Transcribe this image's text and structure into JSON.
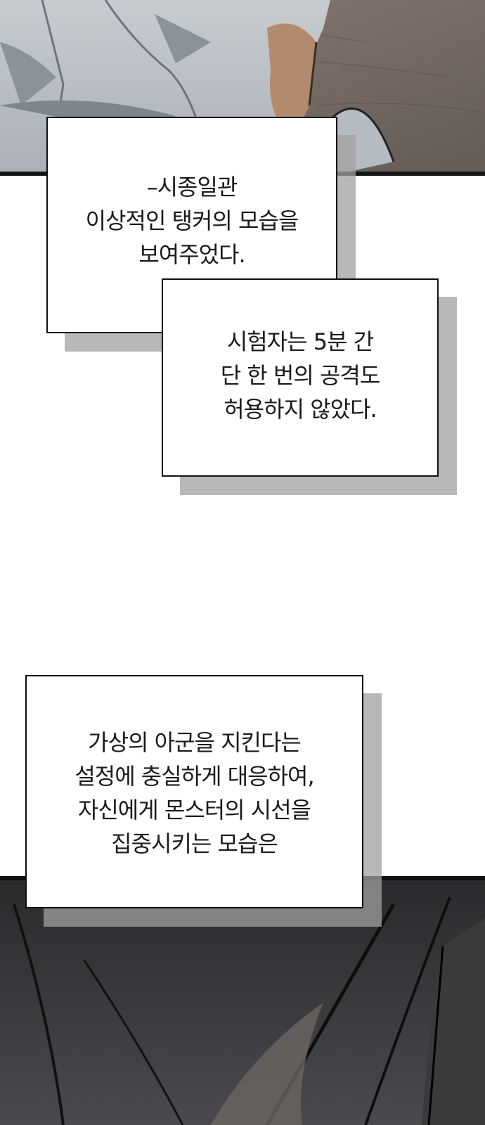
{
  "colors": {
    "page_background": "#ffffff",
    "caption_border": "#111111",
    "caption_shadow": "#a0a0a0",
    "caption_text": "#1a1a1a",
    "top_panel_floor": "#766b64",
    "bottom_panel_dark": "#1c1c1e"
  },
  "captions": {
    "box1": {
      "lines": [
        "–시종일관",
        "이상적인 탱커의 모습을",
        "보여주었다."
      ]
    },
    "box2": {
      "lines": [
        "시험자는 5분 간",
        "단 한 번의 공격도",
        "허용하지 않았다."
      ]
    },
    "box3": {
      "lines": [
        "가상의 아군을 지킨다는",
        "설정에 충실하게 대응하여,",
        "자신에게 몬스터의 시선을",
        "집중시키는 모습은"
      ]
    }
  }
}
